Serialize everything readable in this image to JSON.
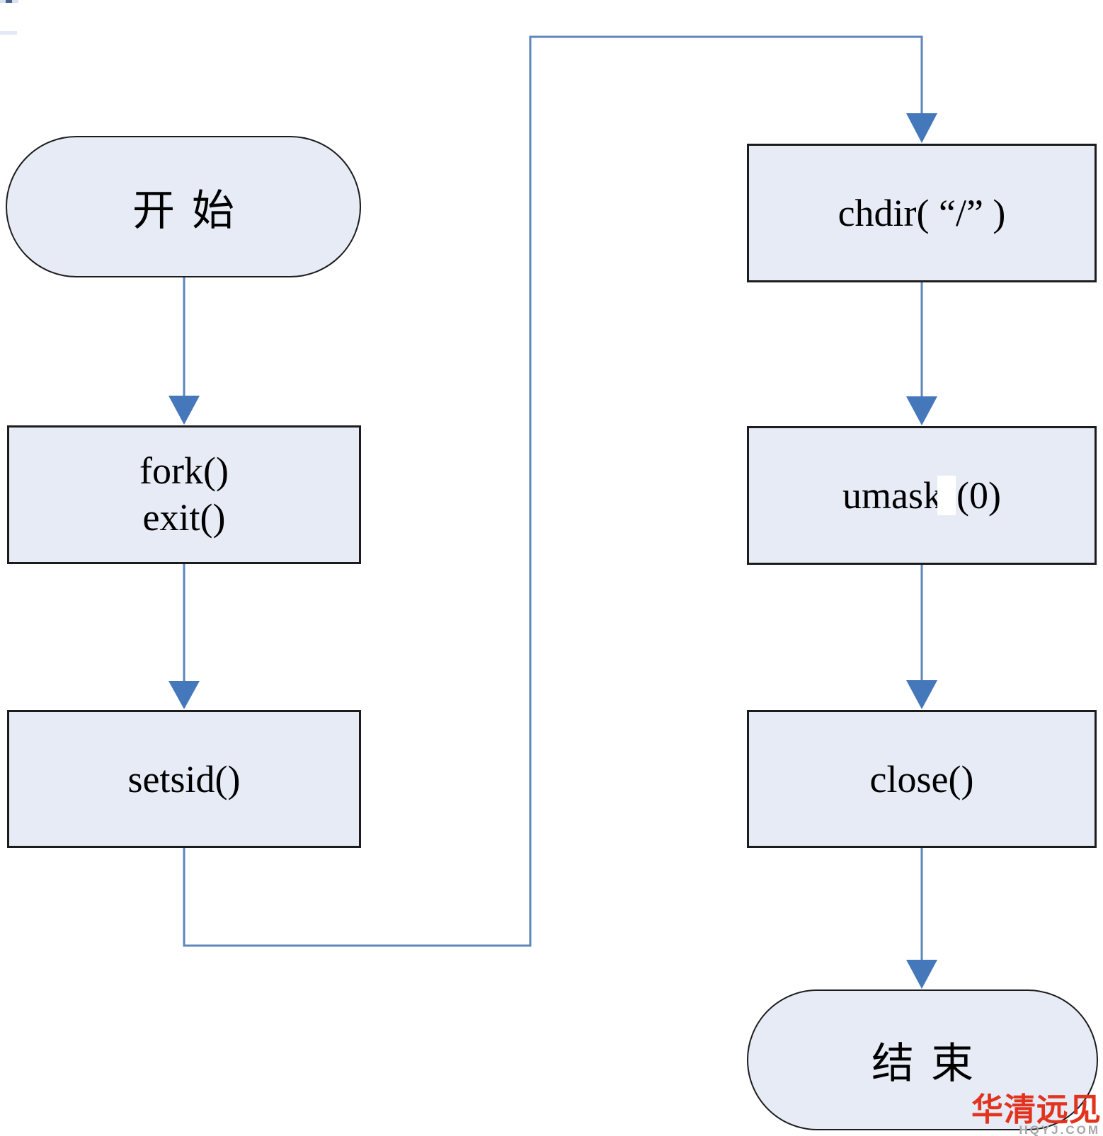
{
  "diagram": {
    "type": "flowchart",
    "flow_order": [
      "开始",
      "fork() exit()",
      "setsid()",
      "chdir( “/” )",
      "umask(0)",
      "close()",
      "结束"
    ],
    "edges": [
      {
        "from": "开始",
        "to": "fork() exit()"
      },
      {
        "from": "fork() exit()",
        "to": "setsid()"
      },
      {
        "from": "setsid()",
        "to": "chdir( “/” )"
      },
      {
        "from": "chdir( “/” )",
        "to": "umask(0)"
      },
      {
        "from": "umask(0)",
        "to": "close()"
      },
      {
        "from": "close()",
        "to": "结束"
      }
    ]
  },
  "nodes": {
    "start": "开始",
    "fork_line1": "fork()",
    "fork_line2": "exit()",
    "setsid": "setsid()",
    "chdir": "chdir( “/” )",
    "umask_name": "umask",
    "umask_arg": "(0)",
    "close": "close()",
    "end": "结束"
  },
  "watermark": {
    "brand": "华清远见",
    "domain": "HQYJ.COM"
  },
  "colors": {
    "node_fill": "#e6ebf5",
    "node_border": "#1c1c1c",
    "connector_line": "#5e86ba",
    "arrowhead": "#4577bb",
    "watermark_brand": "#e2331f",
    "watermark_domain": "#a5a5a5"
  }
}
